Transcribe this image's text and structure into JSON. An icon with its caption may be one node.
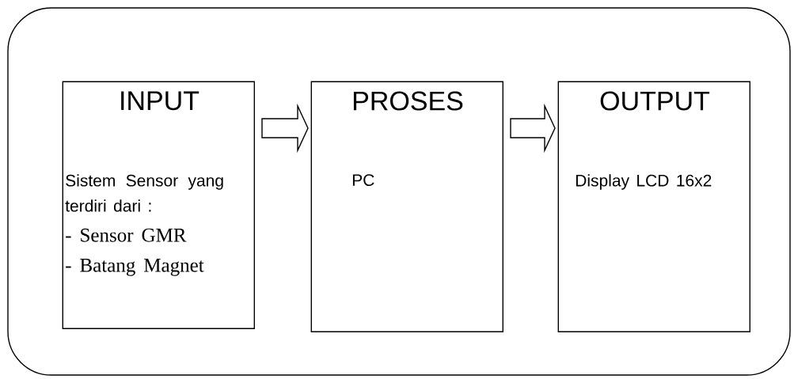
{
  "diagram": {
    "nodes": [
      {
        "text": [],
        "shape": "box"
      },
      {
        "text": [
          "INPUT",
          "Sistem Sensor yang terdiri dari :",
          "- Sensor GMR",
          "- Batang Magnet"
        ],
        "in": 0
      },
      {
        "text": [
          "PROSES",
          "PC"
        ],
        "in": 0
      },
      {
        "text": [
          "OUTPUT",
          "Display LCD 16x2"
        ],
        "in": 0
      }
    ],
    "edges": [
      {
        "from": 1,
        "to": 2,
        "arrow": "to"
      },
      {
        "from": 2,
        "to": 3,
        "arrow": "to"
      }
    ]
  }
}
